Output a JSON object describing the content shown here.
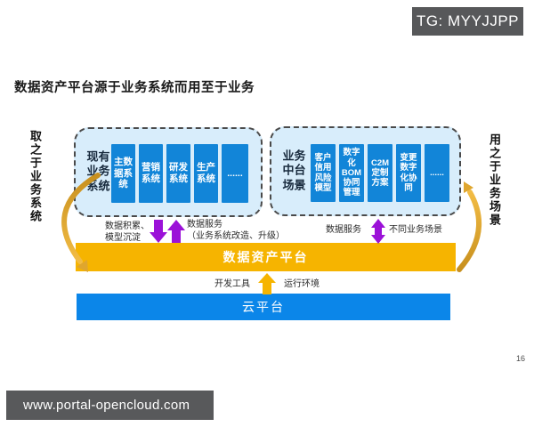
{
  "badge": {
    "text": "TG: MYYJJPP"
  },
  "title": "数据资产平台源于业务系统而用至于业务",
  "side_labels": {
    "left": "取之于业务系统",
    "right": "用之于业务场景"
  },
  "source_group": {
    "label": "现有业务系统",
    "items": [
      "主数据系统",
      "营销系统",
      "研发系统",
      "生产系统",
      "......"
    ]
  },
  "scene_group": {
    "label": "业务中台场景",
    "items": [
      "客户信用风险模型",
      "数字化BOM协同管理",
      "C2M定制方案",
      "变更数字化协同",
      "......"
    ]
  },
  "flows": {
    "accumulate": "数据积累、\n模型沉淀",
    "service_left": "数据服务\n（业务系统改造、升级）",
    "service_right": "数据服务",
    "scenes": "不同业务场景",
    "dev_tools": "开发工具",
    "runtime": "运行环境"
  },
  "platform_bar": "数据资产平台",
  "cloud_bar": "云平台",
  "page_number": "16",
  "footer": {
    "url": "www.portal-opencloud.com"
  },
  "colors": {
    "item_blue": "#1285D8",
    "panel_blue": "#D8EDFB",
    "cloud_blue": "#0B86E9",
    "gold": "#F6B400",
    "arrow_gold": "#DFA62E",
    "purple": "#9B11D8",
    "badge_gray": "#58595B"
  }
}
